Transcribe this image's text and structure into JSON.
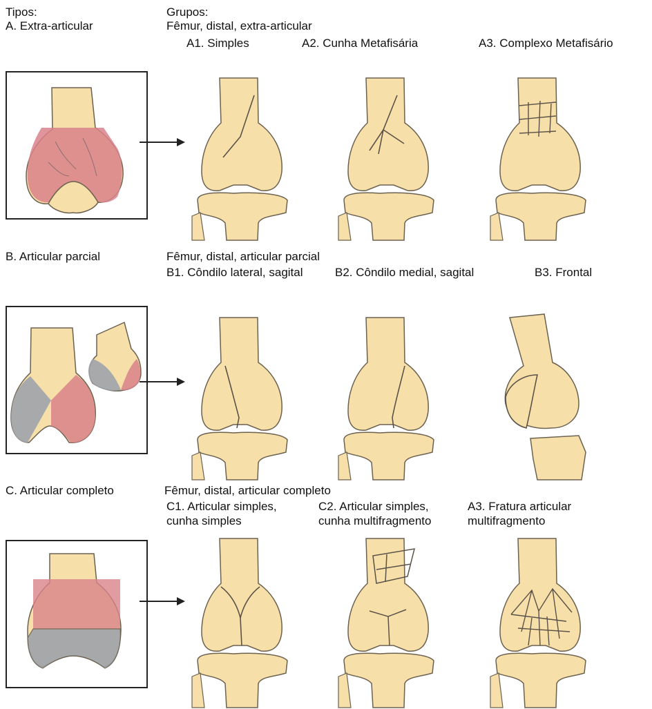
{
  "header": {
    "tipos_label": "Tipos:",
    "grupos_label": "Grupos:"
  },
  "rows": [
    {
      "type_label": "A. Extra-articular",
      "group_title": "Fêmur, distal, extra-articular",
      "groups": [
        {
          "line1": "A1. Simples",
          "line2": ""
        },
        {
          "line1": "A2. Cunha Metafisária",
          "line2": ""
        },
        {
          "line1": "A3. Complexo Metafisário",
          "line2": ""
        }
      ]
    },
    {
      "type_label": "B. Articular parcial",
      "group_title": "Fêmur, distal, articular parcial",
      "groups": [
        {
          "line1": "B1. Côndilo lateral, sagital",
          "line2": ""
        },
        {
          "line1": "B2. Côndilo medial, sagital",
          "line2": ""
        },
        {
          "line1": "B3. Frontal",
          "line2": ""
        }
      ]
    },
    {
      "type_label": "C. Articular completo",
      "group_title": "Fêmur, distal, articular completo",
      "groups": [
        {
          "line1": "C1. Articular simples,",
          "line2": "cunha simples"
        },
        {
          "line1": "C2. Articular simples,",
          "line2": "cunha multifragmento"
        },
        {
          "line1": "A3. Fratura articular",
          "line2": "multifragmento"
        }
      ]
    }
  ],
  "colors": {
    "bone": "#f6dfa8",
    "bone_outline": "#6b6150",
    "red_region": "#d9838a",
    "gray_region": "#9ea3aa",
    "frame": "#222222"
  },
  "icons": [
    "arrow-right-icon"
  ]
}
